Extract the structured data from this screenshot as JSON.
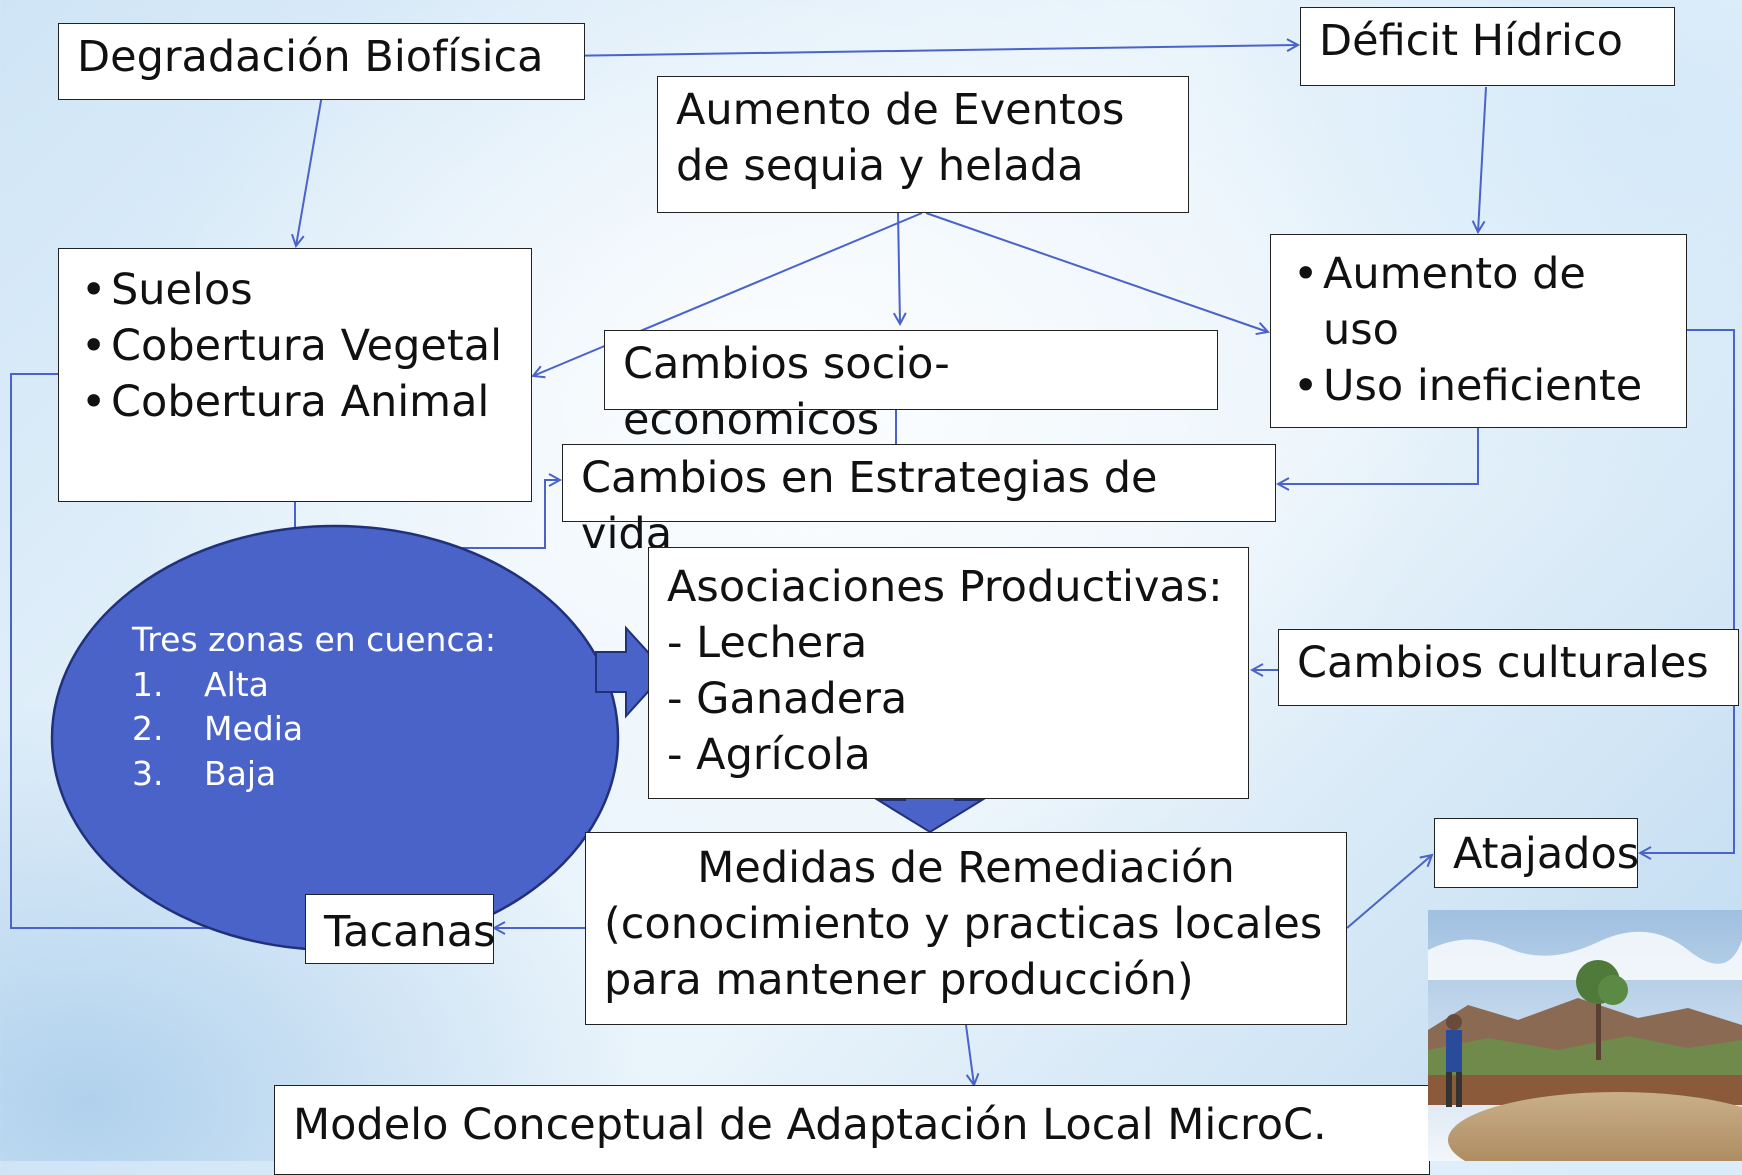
{
  "nodes": {
    "degradacion": "Degradación Biofísica",
    "deficit": "Déficit Hídrico",
    "eventos_l1": "Aumento de Eventos",
    "eventos_l2": "de sequia y helada",
    "suelos_items": [
      "Suelos",
      "Cobertura Vegetal",
      "Cobertura Animal"
    ],
    "uso_items": [
      "Aumento de uso",
      "Uso ineficiente"
    ],
    "socio": "Cambios socio-economicos",
    "estrategias": "Cambios en Estrategias de vida",
    "asoc_title": "Asociaciones Productivas:",
    "asoc_items": [
      "- Lechera",
      "- Ganadera",
      "- Agrícola"
    ],
    "culturales": "Cambios culturales",
    "remed_l1": "Medidas de Remediación",
    "remed_l2": "(conocimiento y practicas locales",
    "remed_l3": "para mantener producción)",
    "tacanas": "Tacanas",
    "atajados": "Atajados",
    "modelo": "Modelo Conceptual de Adaptación Local MicroC."
  },
  "zonas": {
    "title": "Tres zonas  en cuenca:",
    "items": [
      {
        "num": "1.",
        "label": "Alta"
      },
      {
        "num": "2.",
        "label": "Media"
      },
      {
        "num": "3.",
        "label": "Baja"
      }
    ]
  },
  "colors": {
    "arrow": "#4a63c8",
    "ellipse_fill": "#4a63c8",
    "ellipse_stroke": "#20307a",
    "block_arrow": "#4a63c8"
  }
}
